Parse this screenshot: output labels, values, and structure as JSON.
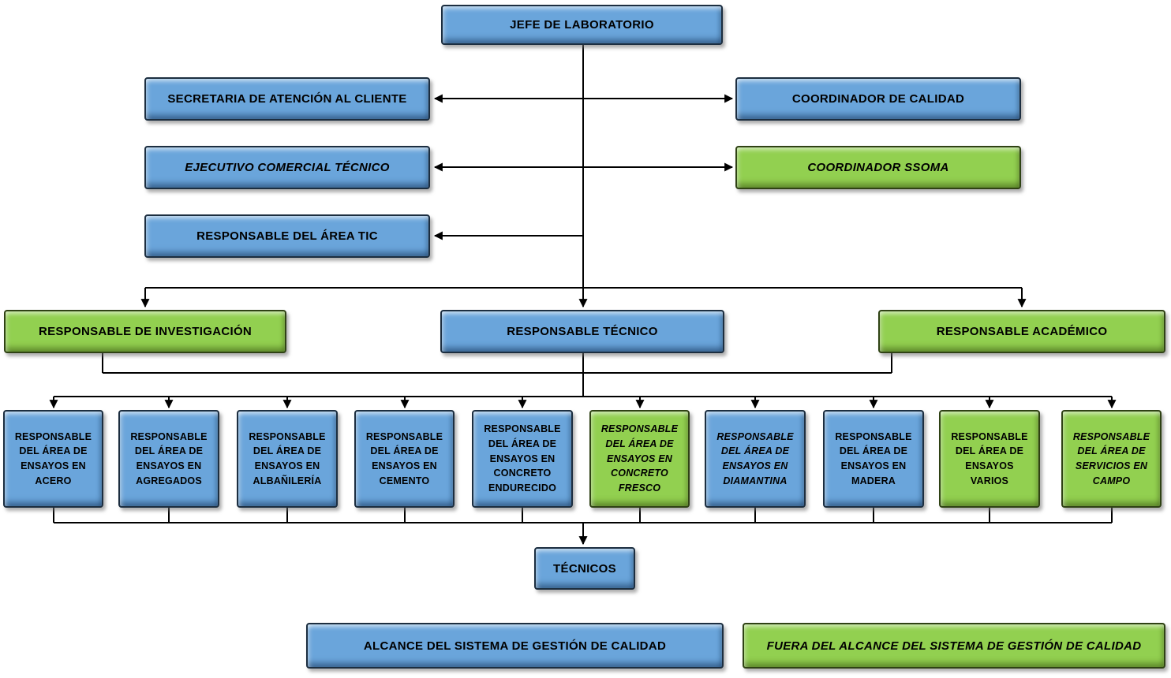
{
  "palette": {
    "in_scope_blue": "#6aa5db",
    "out_scope_green": "#92d050",
    "connector": "#000000"
  },
  "root": {
    "label": "JEFE DE LABORATORIO",
    "color": "blue"
  },
  "staff_left": [
    {
      "label": "SECRETARIA DE ATENCIÓN AL CLIENTE",
      "color": "blue",
      "italic": false
    },
    {
      "label": "EJECUTIVO COMERCIAL TÉCNICO",
      "color": "blue",
      "italic": true
    },
    {
      "label": "RESPONSABLE DEL ÁREA TIC",
      "color": "blue",
      "italic": false
    }
  ],
  "staff_right": [
    {
      "label": "COORDINADOR DE CALIDAD",
      "color": "blue",
      "italic": false
    },
    {
      "label": "COORDINADOR SSOMA",
      "color": "green",
      "italic": true
    }
  ],
  "managers": [
    {
      "label": "RESPONSABLE DE INVESTIGACIÓN",
      "color": "green",
      "italic": false
    },
    {
      "label": "RESPONSABLE TÉCNICO",
      "color": "blue",
      "italic": false
    },
    {
      "label": "RESPONSABLE ACADÉMICO",
      "color": "green",
      "italic": false
    }
  ],
  "areas": [
    {
      "label": "RESPONSABLE DEL ÁREA DE ENSAYOS EN ACERO",
      "color": "blue",
      "italic": false
    },
    {
      "label": "RESPONSABLE DEL ÁREA DE ENSAYOS EN AGREGADOS",
      "color": "blue",
      "italic": false
    },
    {
      "label": "RESPONSABLE DEL ÁREA DE ENSAYOS EN ALBAÑILERÍA",
      "color": "blue",
      "italic": false
    },
    {
      "label": "RESPONSABLE DEL ÁREA DE ENSAYOS EN CEMENTO",
      "color": "blue",
      "italic": false
    },
    {
      "label": "RESPONSABLE DEL ÁREA DE ENSAYOS EN CONCRETO ENDURECIDO",
      "color": "blue",
      "italic": false
    },
    {
      "label": "RESPONSABLE DEL ÁREA DE ENSAYOS EN CONCRETO FRESCO",
      "color": "green",
      "italic": true
    },
    {
      "label": "RESPONSABLE DEL ÁREA DE ENSAYOS EN DIAMANTINA",
      "color": "blue",
      "italic": true
    },
    {
      "label": "RESPONSABLE DEL ÁREA DE ENSAYOS EN MADERA",
      "color": "blue",
      "italic": false
    },
    {
      "label": "RESPONSABLE DEL ÁREA DE ENSAYOS VARIOS",
      "color": "green",
      "italic": false
    },
    {
      "label": "RESPONSABLE DEL ÁREA DE SERVICIOS EN CAMPO",
      "color": "green",
      "italic": true
    }
  ],
  "technicians": {
    "label": "TÉCNICOS",
    "color": "blue"
  },
  "legend": [
    {
      "label": "ALCANCE DEL SISTEMA DE GESTIÓN DE CALIDAD",
      "color": "blue",
      "italic": false
    },
    {
      "label": "FUERA DEL ALCANCE DEL SISTEMA DE GESTIÓN DE CALIDAD",
      "color": "green",
      "italic": true
    }
  ]
}
